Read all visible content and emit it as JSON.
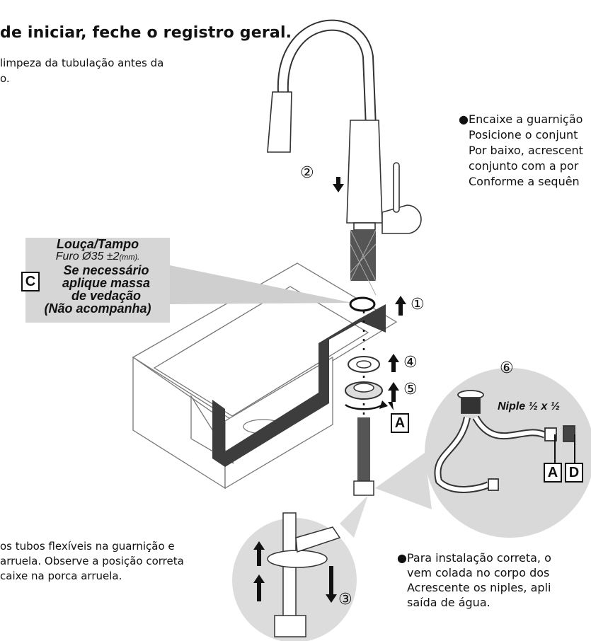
{
  "heading": "de iniciar, feche o registro geral.",
  "intro": [
    "limpeza da tubulação antes da",
    "o."
  ],
  "bullet_right": [
    "●Encaixe a guarnição",
    "Posicione o conjunt",
    "Por baixo, acrescent",
    "conjunto com a por",
    "Conforme a sequên"
  ],
  "bullet_bottom_left": [
    "os tubos flexíveis na guarnição e",
    "arruela. Observe a posição correta",
    "caixe na porca arruela."
  ],
  "bullet_bottom_right": [
    "●Para instalação correta, o",
    "vem colada no corpo dos",
    "Acrescente os niples, apli",
    "saída de água."
  ],
  "louca_label": {
    "title": "Louça/Tampo",
    "furo": "Furo Ø35 ±2",
    "furo_unit": "(mm).",
    "note": [
      "Se necessário",
      "aplique massa",
      "de vedação",
      "(Não acompanha)"
    ]
  },
  "steps": {
    "s1": "①",
    "s2": "②",
    "s3": "③",
    "s4": "④",
    "s5": "⑤",
    "s6": "⑥"
  },
  "box_letters": {
    "c": "C",
    "a1": "A",
    "a2": "A",
    "d": "D"
  },
  "niple": "Niple ½ x ½",
  "colors": {
    "dark_wall": "#3d3d3d",
    "panel": "#cfcfcf",
    "line": "#111111",
    "callout": "#d6d6d6"
  }
}
